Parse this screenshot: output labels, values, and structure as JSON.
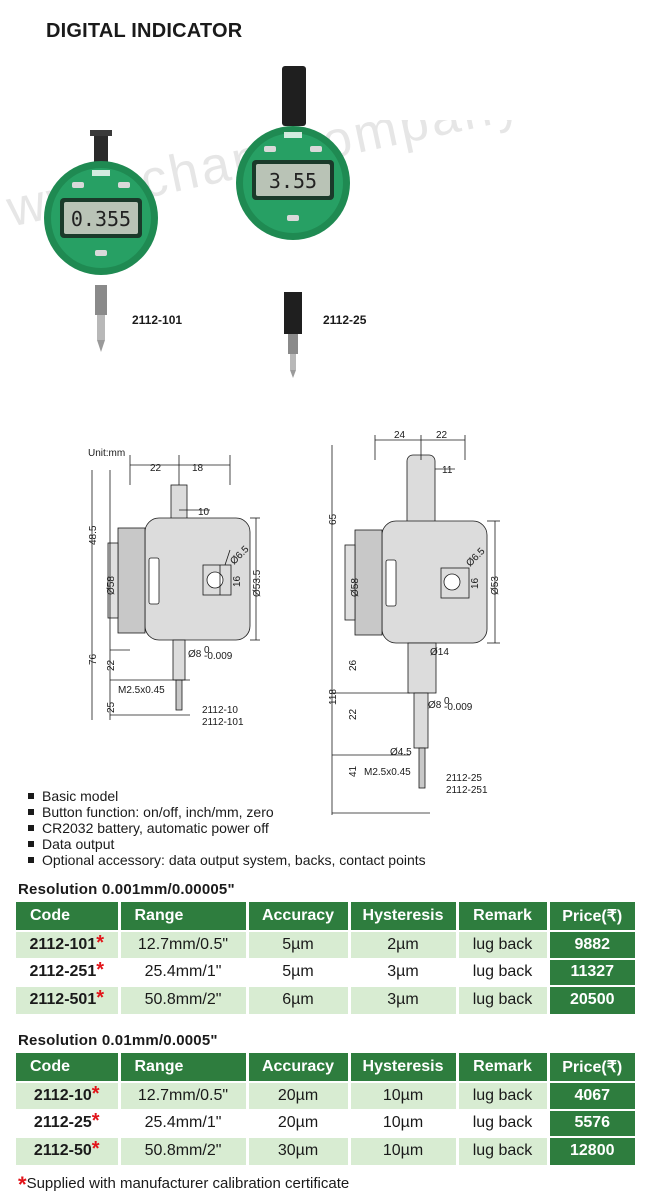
{
  "page": {
    "title": "DIGITAL INDICATOR"
  },
  "watermark": "www.chandcompany.com",
  "products": [
    {
      "model": "2112-101",
      "display": "0.355"
    },
    {
      "model": "2112-25",
      "display": "3.55"
    }
  ],
  "drawing": {
    "unit": "Unit:mm",
    "left": {
      "dims": [
        "22",
        "18",
        "10",
        "48.5",
        "Ø58",
        "Ø6.5",
        "16",
        "Ø53.5",
        "76",
        "22",
        "Ø8",
        "0",
        "-0.009",
        "M2.5x0.45",
        "25"
      ],
      "models": [
        "2112-10",
        "2112-101"
      ]
    },
    "right": {
      "dims": [
        "24",
        "22",
        "11",
        "65",
        "Ø58",
        "Ø6.5",
        "16",
        "Ø53",
        "Ø14",
        "26",
        "118",
        "22",
        "Ø8",
        "0",
        "-0.009",
        "Ø4.5",
        "M2.5x0.45",
        "41"
      ],
      "models": [
        "2112-25",
        "2112-251"
      ]
    }
  },
  "features": [
    "Basic model",
    "Button function: on/off, inch/mm, zero",
    "CR2032 battery, automatic power off",
    "Data output",
    "Optional accessory: data output system, backs, contact points"
  ],
  "tables": [
    {
      "title": "Resolution 0.001mm/0.00005\"",
      "headers": [
        "Code",
        "Range",
        "Accuracy",
        "Hysteresis",
        "Remark",
        "Price(₹)"
      ],
      "rows": [
        {
          "code": "2112-101",
          "star": "*",
          "range": "12.7mm/0.5\"",
          "accuracy": "5µm",
          "hysteresis": "2µm",
          "remark": "lug back",
          "price": "9882"
        },
        {
          "code": "2112-251",
          "star": "*",
          "range": "25.4mm/1\"",
          "accuracy": "5µm",
          "hysteresis": "3µm",
          "remark": "lug back",
          "price": "11327"
        },
        {
          "code": "2112-501",
          "star": "*",
          "range": "50.8mm/2\"",
          "accuracy": "6µm",
          "hysteresis": "3µm",
          "remark": "lug back",
          "price": "20500"
        }
      ]
    },
    {
      "title": "Resolution 0.01mm/0.0005\"",
      "headers": [
        "Code",
        "Range",
        "Accuracy",
        "Hysteresis",
        "Remark",
        "Price(₹)"
      ],
      "rows": [
        {
          "code": "2112-10",
          "star": "*",
          "range": "12.7mm/0.5\"",
          "accuracy": "20µm",
          "hysteresis": "10µm",
          "remark": "lug back",
          "price": "4067"
        },
        {
          "code": "2112-25",
          "star": "*",
          "range": "25.4mm/1\"",
          "accuracy": "20µm",
          "hysteresis": "10µm",
          "remark": "lug back",
          "price": "5576"
        },
        {
          "code": "2112-50",
          "star": "*",
          "range": "50.8mm/2\"",
          "accuracy": "30µm",
          "hysteresis": "10µm",
          "remark": "lug back",
          "price": "12800"
        }
      ]
    }
  ],
  "footnote": {
    "star": "*",
    "text": "Supplied with manufacturer calibration certificate"
  },
  "colors": {
    "green": "#2e7d3e",
    "light_green": "#d8ecd2",
    "red": "#e2141a"
  }
}
